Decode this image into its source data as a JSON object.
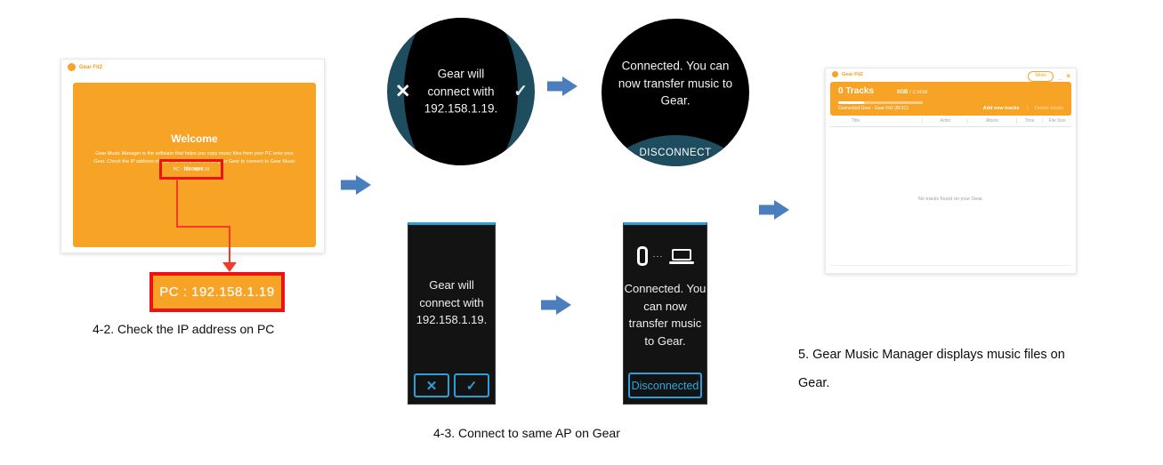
{
  "colors": {
    "orange": "#F6A326",
    "highlight_red": "#EE1212",
    "arrow_blue": "#4A7EBC",
    "watch_teal": "#1E4D60",
    "gear_blue": "#2D9FD6"
  },
  "left_app": {
    "window_title": "Gear Fit2",
    "welcome_heading": "Welcome",
    "welcome_body": "Gear Music Manager is the software that helps you copy music files from your PC onto your Gear. Check the IP address of your PC and press OK on your Gear to connect to Gear Music Manager.",
    "ip_text": "PC : 192.158.1.19"
  },
  "ip_callout": {
    "label": "PC : 192.158.1.19"
  },
  "caption_4_2": "4-2. Check the IP address on PC",
  "caption_4_3": "4-3. Connect to same AP on Gear",
  "caption_5_line1": "5. Gear Music Manager displays music files on",
  "caption_5_line2": "Gear.",
  "round_confirm": {
    "line1": "Gear will",
    "line2": "connect with",
    "line3": "192.158.1.19.",
    "dismiss": "✕",
    "accept": "✓"
  },
  "round_connected": {
    "line1": "Connected. You can",
    "line2": "now transfer music to",
    "line3": "Gear.",
    "button": "DISCONNECT"
  },
  "band_confirm": {
    "line1": "Gear will",
    "line2": "connect with",
    "line3": "192.158.1.19.",
    "dismiss": "✕",
    "accept": "✓"
  },
  "band_connected": {
    "line1": "Connected. You",
    "line2": "can now",
    "line3": "transfer music",
    "line4": "to Gear.",
    "dots": "···",
    "button": "Disconnected"
  },
  "right_app": {
    "window_title": "Gear Fit2",
    "more_button": "More",
    "minimize": "_",
    "close": "×",
    "tracks_count": "0 Tracks",
    "storage_used": "0GB",
    "storage_total": " / 2.5GB",
    "connected_state": "Connected Gear : Gear Fit2 (8F2C)",
    "add_new_tracks": "Add new tracks",
    "actions_divider": "|",
    "delete_tracks": "Delete tracks",
    "columns": [
      "Title",
      "Artist",
      "Album",
      "Time",
      "File Size"
    ],
    "empty_message": "No tracks found on your Gear."
  }
}
